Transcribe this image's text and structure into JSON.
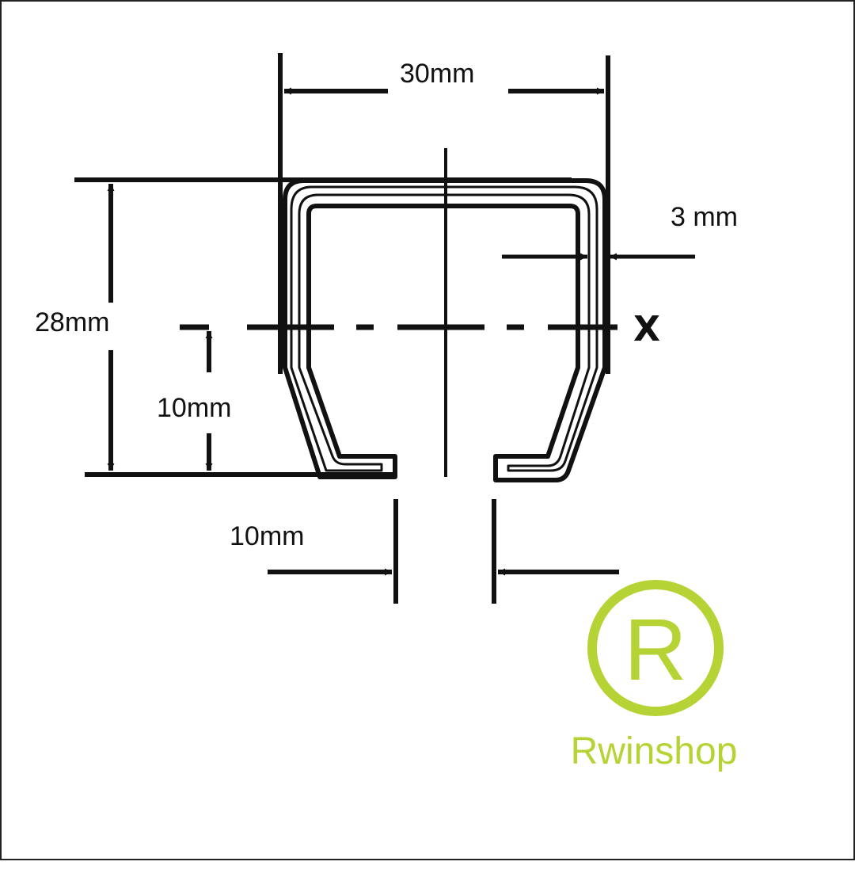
{
  "dimensions": {
    "width": "30mm",
    "height": "28mm",
    "thickness": "3 mm",
    "axis_offset": "10mm",
    "slot_width": "10mm"
  },
  "axis": {
    "label": "X"
  },
  "brand": {
    "name": "Rwinshop",
    "mark": "R",
    "color": "#b5d334"
  },
  "colors": {
    "line": "#111111",
    "background": "#ffffff"
  }
}
